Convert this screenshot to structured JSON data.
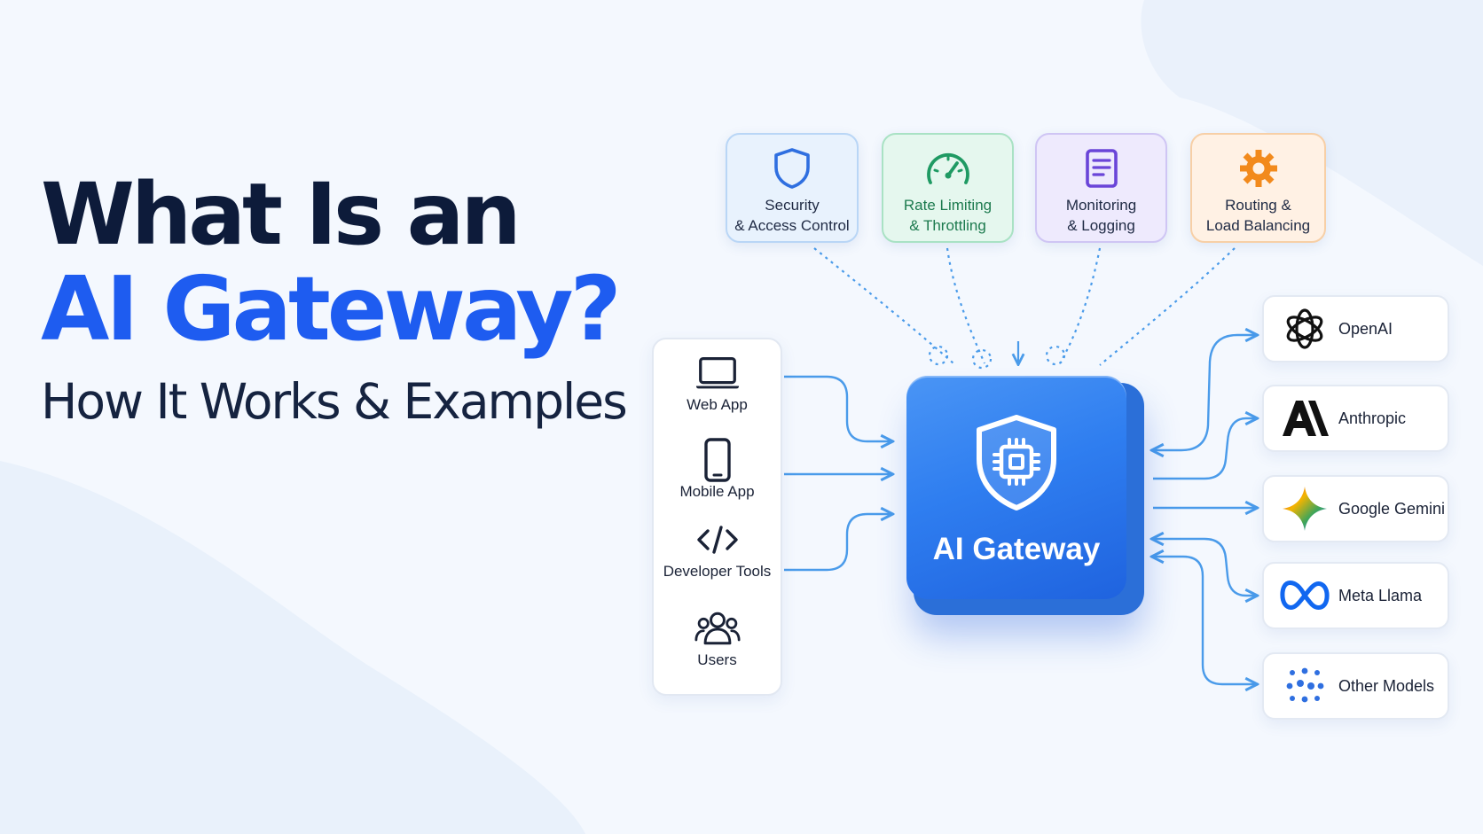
{
  "title": {
    "line1": "What Is an",
    "line2": "AI Gateway?",
    "subtitle": "How It Works & Examples"
  },
  "features": [
    {
      "label": "Security\n& Access Control",
      "icon": "shield-icon",
      "color": "#2f6fe0"
    },
    {
      "label": "Rate Limiting\n& Throttling",
      "icon": "speedometer-icon",
      "color": "#1f9a63"
    },
    {
      "label": "Monitoring\n& Logging",
      "icon": "document-icon",
      "color": "#6a45d8"
    },
    {
      "label": "Routing &\nLoad Balancing",
      "icon": "gear-icon",
      "color": "#f28a1c"
    }
  ],
  "sources": [
    {
      "label": "Web App",
      "icon": "laptop-icon"
    },
    {
      "label": "Mobile App",
      "icon": "smartphone-icon"
    },
    {
      "label": "Developer Tools",
      "icon": "code-icon"
    },
    {
      "label": "Users",
      "icon": "users-icon"
    }
  ],
  "gateway": {
    "label": "AI Gateway",
    "icon": "shield-chip-icon",
    "color": "#2f7ef0"
  },
  "providers": [
    {
      "label": "OpenAI",
      "icon": "openai-logo-icon"
    },
    {
      "label": "Anthropic",
      "icon": "anthropic-logo-icon"
    },
    {
      "label": "Google Gemini",
      "icon": "gemini-logo-icon"
    },
    {
      "label": "Meta Llama",
      "icon": "meta-logo-icon"
    },
    {
      "label": "Other Models",
      "icon": "dots-icon"
    }
  ],
  "colors": {
    "title_dark": "#0d1b3a",
    "title_accent": "#1e5cf0",
    "connector": "#4a9bea"
  }
}
